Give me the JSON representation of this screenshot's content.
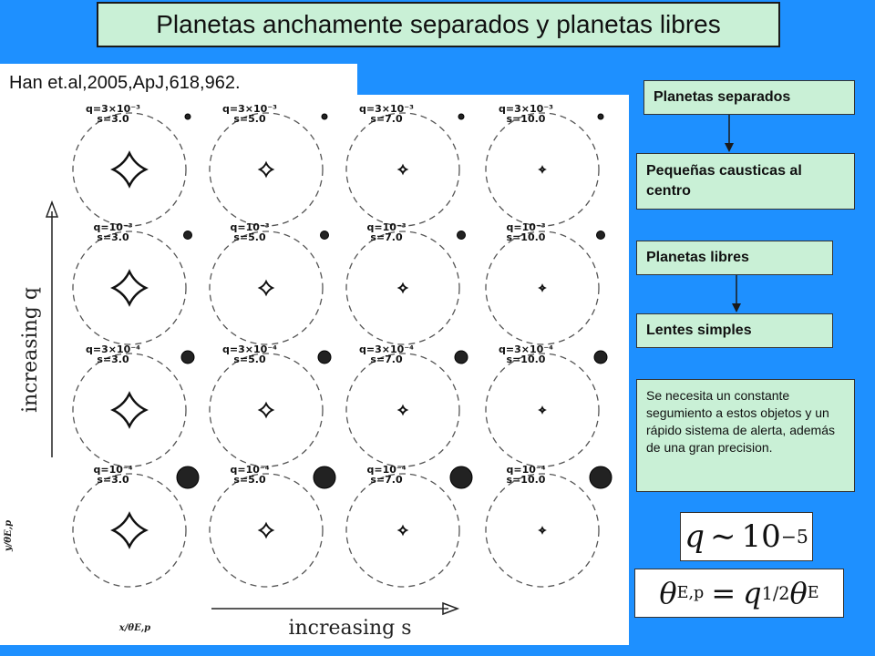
{
  "title": "Planetas anchamente separados y  planetas libres",
  "citation": "Han et.al,2005,ApJ,618,962.",
  "figure": {
    "y_axis_label": "increasing q",
    "x_axis_label": "increasing s",
    "y_coord_label": "y/θE,p",
    "x_coord_label": "x/θE,p",
    "panels": [
      {
        "q": "q=3×10⁻³",
        "s": "s=3.0"
      },
      {
        "q": "q=3×10⁻³",
        "s": "s=5.0"
      },
      {
        "q": "q=3×10⁻³",
        "s": "s=7.0"
      },
      {
        "q": "q=3×10⁻³",
        "s": "s=10.0"
      },
      {
        "q": "q=10⁻³",
        "s": "s=3.0"
      },
      {
        "q": "q=10⁻³",
        "s": "s=5.0"
      },
      {
        "q": "q=10⁻³",
        "s": "s=7.0"
      },
      {
        "q": "q=10⁻³",
        "s": "s=10.0"
      },
      {
        "q": "q=3×10⁻⁴",
        "s": "s=3.0"
      },
      {
        "q": "q=3×10⁻⁴",
        "s": "s=5.0"
      },
      {
        "q": "q=3×10⁻⁴",
        "s": "s=7.0"
      },
      {
        "q": "q=3×10⁻⁴",
        "s": "s=10.0"
      },
      {
        "q": "q=10⁻⁴",
        "s": "s=3.0"
      },
      {
        "q": "q=10⁻⁴",
        "s": "s=5.0"
      },
      {
        "q": "q=10⁻⁴",
        "s": "s=7.0"
      },
      {
        "q": "q=10⁻⁴",
        "s": "s=10.0"
      }
    ]
  },
  "flow": {
    "separated": "Planetas separados",
    "small_caustics": "Pequeñas causticas al centro",
    "free": "Planetas libres",
    "simple_lenses": "Lentes simples"
  },
  "note": "Se necesita un constante segumiento a estos objetos y un rápido sistema de alerta, además de una gran precision.",
  "formula1": {
    "q": "q",
    "sim": "∼",
    "base": "10",
    "exp": "−5"
  },
  "formula2": {
    "theta": "θ",
    "sub_left": "E,p",
    "eq": "=",
    "q": "q",
    "exp": "1/2",
    "sub_right": "E"
  }
}
